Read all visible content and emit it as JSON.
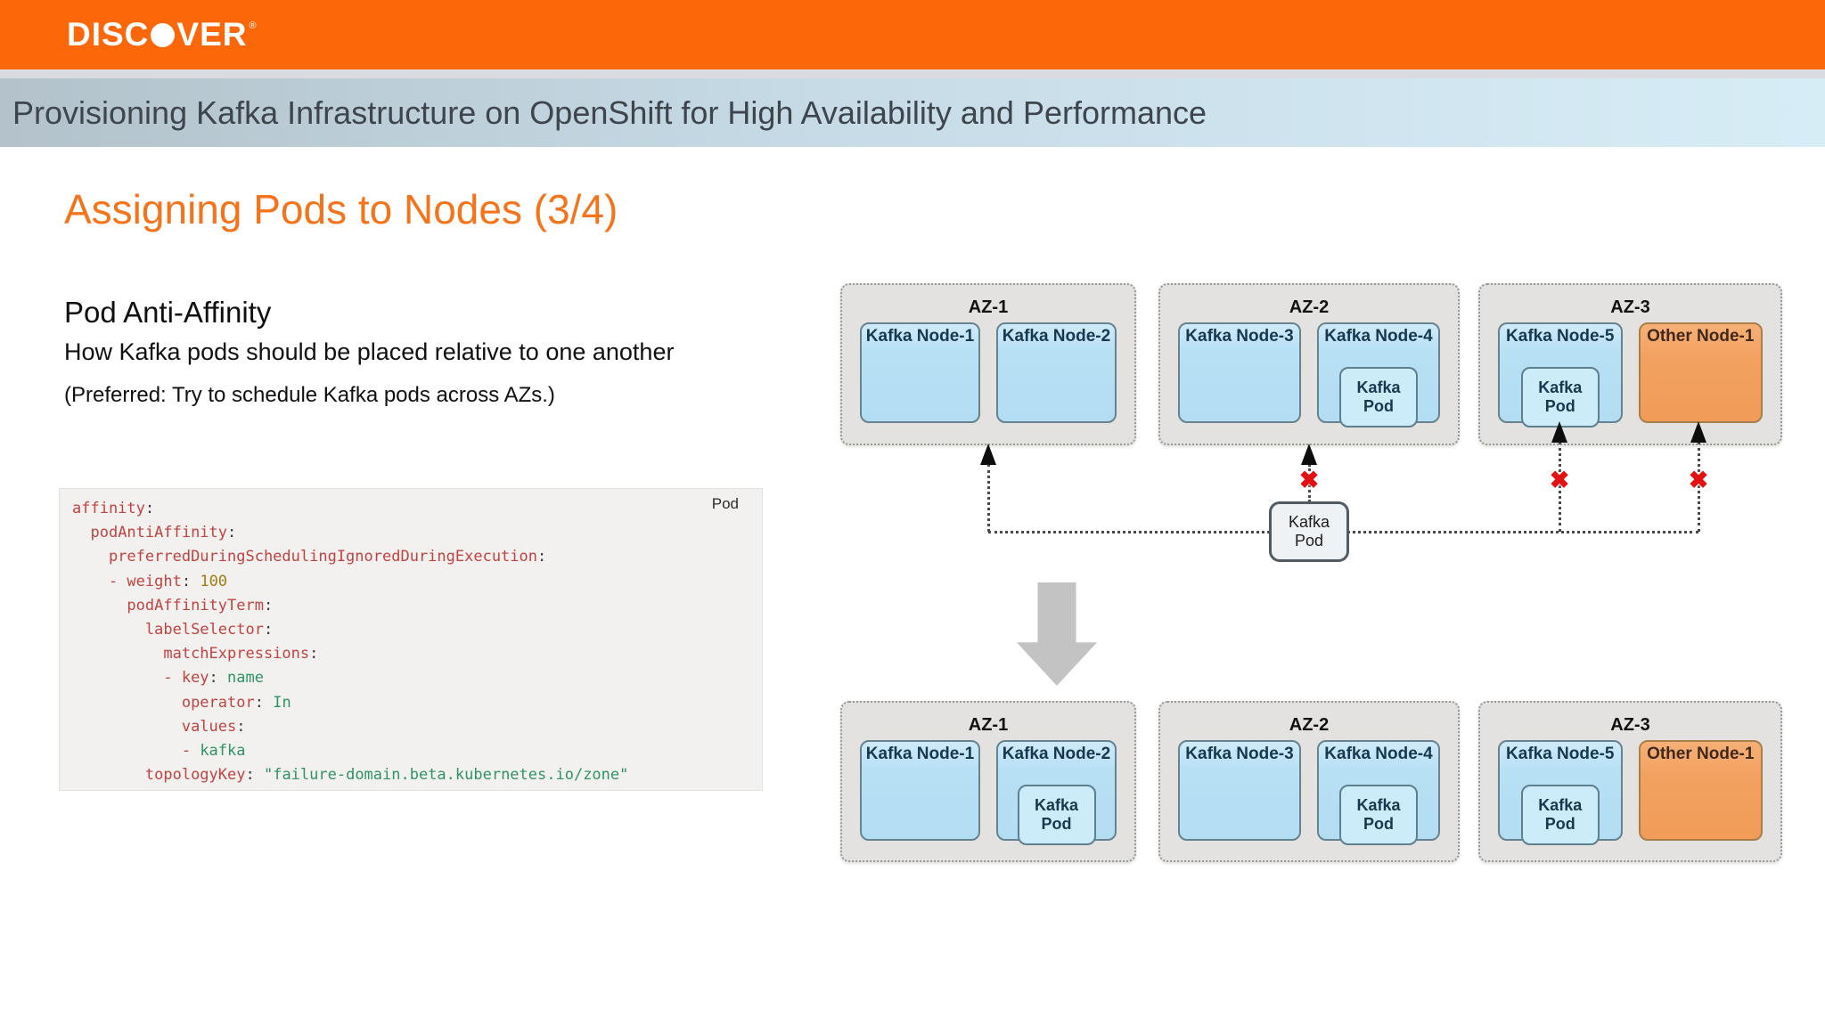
{
  "header": {
    "brand_prefix": "DISC",
    "brand_suffix": "VER",
    "registered_mark": "®"
  },
  "title_bar": {
    "title": "Provisioning Kafka Infrastructure on OpenShift for High Availability and Performance"
  },
  "slide": {
    "heading": "Assigning Pods to Nodes (3/4)",
    "section": {
      "title": "Pod Anti-Affinity",
      "subtitle": "How Kafka pods should be placed relative to one another",
      "note": "(Preferred: Try to schedule Kafka pods across AZs.)"
    }
  },
  "code_block": {
    "overlay_label": "Pod",
    "lines": [
      [
        {
          "c": "key",
          "t": "affinity"
        },
        {
          "c": "p",
          "t": ":"
        }
      ],
      [
        {
          "c": "p",
          "t": "  "
        },
        {
          "c": "key",
          "t": "podAntiAffinity"
        },
        {
          "c": "p",
          "t": ":"
        }
      ],
      [
        {
          "c": "p",
          "t": "    "
        },
        {
          "c": "key",
          "t": "preferredDuringSchedulingIgnoredDuringExecution"
        },
        {
          "c": "p",
          "t": ":"
        }
      ],
      [
        {
          "c": "p",
          "t": "    "
        },
        {
          "c": "key",
          "t": "- weight"
        },
        {
          "c": "p",
          "t": ": "
        },
        {
          "c": "num",
          "t": "100"
        }
      ],
      [
        {
          "c": "p",
          "t": "      "
        },
        {
          "c": "key",
          "t": "podAffinityTerm"
        },
        {
          "c": "p",
          "t": ":"
        }
      ],
      [
        {
          "c": "p",
          "t": "        "
        },
        {
          "c": "key",
          "t": "labelSelector"
        },
        {
          "c": "p",
          "t": ":"
        }
      ],
      [
        {
          "c": "p",
          "t": "          "
        },
        {
          "c": "key",
          "t": "matchExpressions"
        },
        {
          "c": "p",
          "t": ":"
        }
      ],
      [
        {
          "c": "p",
          "t": "          "
        },
        {
          "c": "key",
          "t": "- key"
        },
        {
          "c": "p",
          "t": ": "
        },
        {
          "c": "val",
          "t": "name"
        }
      ],
      [
        {
          "c": "p",
          "t": "            "
        },
        {
          "c": "key",
          "t": "operator"
        },
        {
          "c": "p",
          "t": ": "
        },
        {
          "c": "val",
          "t": "In"
        }
      ],
      [
        {
          "c": "p",
          "t": "            "
        },
        {
          "c": "key",
          "t": "values"
        },
        {
          "c": "p",
          "t": ":"
        }
      ],
      [
        {
          "c": "p",
          "t": "            "
        },
        {
          "c": "key",
          "t": "- "
        },
        {
          "c": "val",
          "t": "kafka"
        }
      ],
      [
        {
          "c": "p",
          "t": "        "
        },
        {
          "c": "key",
          "t": "topologyKey"
        },
        {
          "c": "p",
          "t": ": "
        },
        {
          "c": "val",
          "t": "\"failure-domain.beta.kubernetes.io/zone\""
        }
      ]
    ]
  },
  "diagram": {
    "pod_box_label": [
      "Kafka",
      "Pod"
    ],
    "icons": {
      "blocked_x": "✖"
    },
    "top": {
      "azs": [
        {
          "label": "AZ-1",
          "nodes": [
            {
              "label": "Kafka Node-1",
              "kind": "kafka",
              "pod": false
            },
            {
              "label": "Kafka Node-2",
              "kind": "kafka",
              "pod": false
            }
          ]
        },
        {
          "label": "AZ-2",
          "nodes": [
            {
              "label": "Kafka Node-3",
              "kind": "kafka",
              "pod": false
            },
            {
              "label": "Kafka Node-4",
              "kind": "kafka",
              "pod": true
            }
          ]
        },
        {
          "label": "AZ-3",
          "nodes": [
            {
              "label": "Kafka Node-5",
              "kind": "kafka",
              "pod": true
            },
            {
              "label": "Other Node-1",
              "kind": "other",
              "pod": false
            }
          ]
        }
      ]
    },
    "bottom": {
      "azs": [
        {
          "label": "AZ-1",
          "nodes": [
            {
              "label": "Kafka Node-1",
              "kind": "kafka",
              "pod": false
            },
            {
              "label": "Kafka Node-2",
              "kind": "kafka",
              "pod": true
            }
          ]
        },
        {
          "label": "AZ-2",
          "nodes": [
            {
              "label": "Kafka Node-3",
              "kind": "kafka",
              "pod": false
            },
            {
              "label": "Kafka Node-4",
              "kind": "kafka",
              "pod": true
            }
          ]
        },
        {
          "label": "AZ-3",
          "nodes": [
            {
              "label": "Kafka Node-5",
              "kind": "kafka",
              "pod": true
            },
            {
              "label": "Other Node-1",
              "kind": "other",
              "pod": false
            }
          ]
        }
      ]
    }
  },
  "colors": {
    "brand_orange": "#FB6709",
    "heading_orange": "#F4741C",
    "node_blue": "#B7E0F4",
    "other_node_orange": "#F3A160",
    "az_gray": "#E3E2E0",
    "blocked_red": "#E31112"
  }
}
